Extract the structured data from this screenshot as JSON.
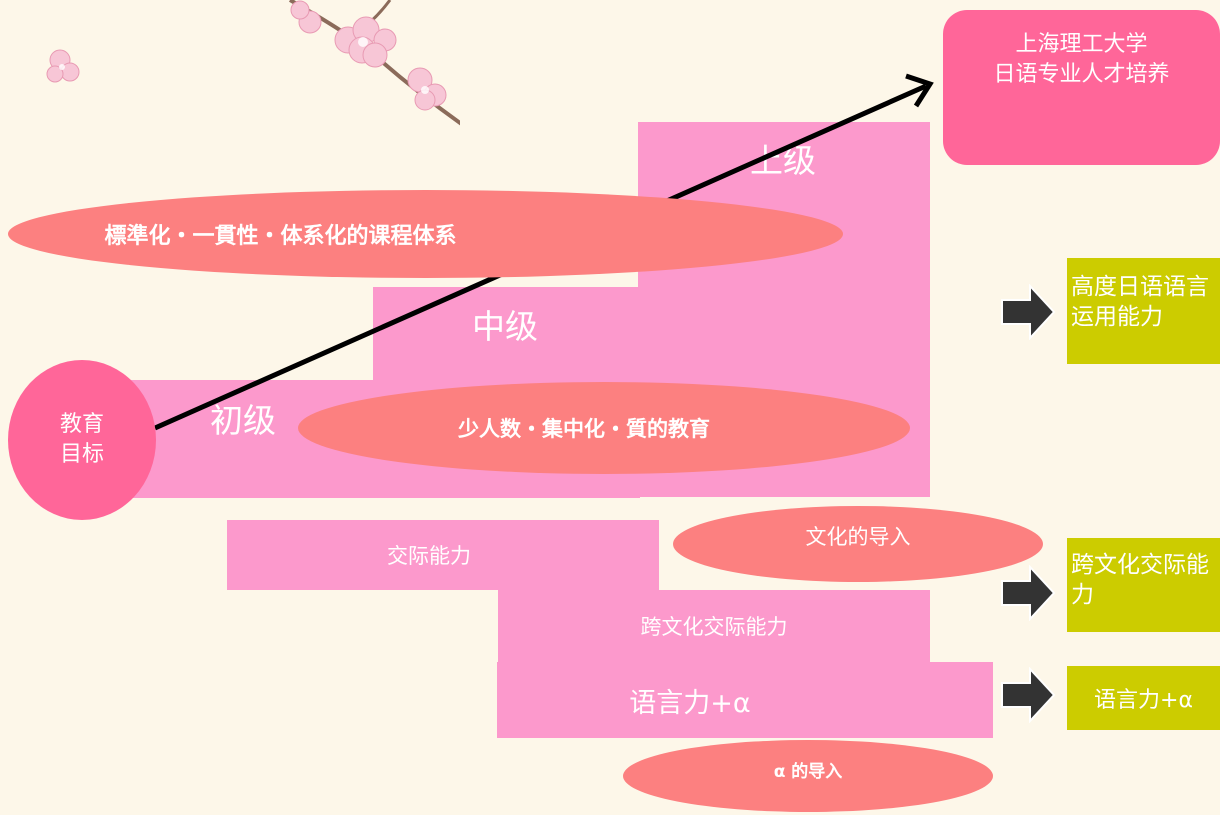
{
  "goal_circle": {
    "line1": "教育",
    "line2": "目标"
  },
  "target_box": {
    "line1": "上海理工大学",
    "line2": "日语专业人才培养"
  },
  "levels": {
    "advanced": "上级",
    "intermediate": "中级",
    "beginner": "初级"
  },
  "ellipses": {
    "curriculum": "標準化・一貫性・体系化的课程体系",
    "education": "少人数・集中化・質的教育",
    "culture": "文化的导入",
    "alpha": "α 的导入"
  },
  "bars": {
    "communication": "交际能力",
    "cross_cultural": "跨文化交际能力",
    "language_plus": "语言力+α"
  },
  "outcomes": {
    "high_japanese": "高度日语语言运用能力",
    "cross_cultural": "跨文化交际能力",
    "language_plus": "语言力+α"
  },
  "colors": {
    "background": "#fdf7e9",
    "pink_block": "#fc99cc",
    "salmon_ellipse": "#fc8080",
    "hot_pink": "#ff6699",
    "olive_box": "#cccc00",
    "arrow": "#333333"
  },
  "icons": [
    "cherry-blossom-icon",
    "right-arrow-icon"
  ]
}
